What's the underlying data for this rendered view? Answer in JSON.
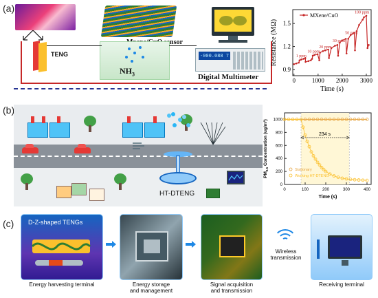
{
  "panels": {
    "a": {
      "letter": "(a)",
      "teng_label": "TENG",
      "sensor_label": "Mxene/CuO sensor",
      "gas_label": "NH",
      "gas_sub": "3",
      "meter_label": "Digital Multimeter",
      "meter_display": "-000.088 7"
    },
    "b": {
      "letter": "(b)",
      "device_label": "HT-DTENG"
    },
    "c": {
      "letter": "(c)",
      "card1_title": "D-Z-shaped TENGs",
      "labels": [
        "Energy harvesting terminal",
        "Energy storage",
        "and management",
        "Signal acquisition",
        "and transmission",
        "Wireless",
        "transmission",
        "Receiving terminal"
      ]
    }
  },
  "colors": {
    "accent_red": "#c62828",
    "line_blue": "#1e88e5",
    "marker_yellow": "#fbc02d",
    "marker_orange": "#e6a23c"
  },
  "chart_data": [
    {
      "type": "line",
      "legend": [
        "MXene/CuO"
      ],
      "xlabel": "Time (s)",
      "ylabel": "Resistance (MΩ)",
      "xlim": [
        -50,
        3200
      ],
      "ylim": [
        0.82,
        1.68
      ],
      "xticks": [
        "0",
        "1000",
        "2000",
        "3000"
      ],
      "xtick_values": [
        0,
        1000,
        2000,
        3000
      ],
      "yticks": [
        "0.9",
        "1.2",
        "1.5"
      ],
      "ytick_values": [
        0.9,
        1.2,
        1.5
      ],
      "annotations": [
        {
          "text": "1 ppm",
          "x": 300,
          "y": 1.06
        },
        {
          "text": "10 ppm",
          "x": 820,
          "y": 1.12
        },
        {
          "text": "20 ppm",
          "x": 1300,
          "y": 1.18
        },
        {
          "text": "30 ppm",
          "x": 1860,
          "y": 1.26
        },
        {
          "text": "50 ppm",
          "x": 2380,
          "y": 1.36
        },
        {
          "text": "100 ppm",
          "x": 2820,
          "y": 1.63
        }
      ],
      "series": [
        {
          "name": "MXene/CuO",
          "x": [
            0,
            100,
            200,
            230,
            300,
            400,
            470,
            480,
            600,
            700,
            750,
            780,
            850,
            980,
            1050,
            1080,
            1200,
            1300,
            1420,
            1450,
            1550,
            1700,
            1800,
            1830,
            1900,
            2000,
            2150,
            2180,
            2250,
            2350,
            2500,
            2530,
            2600,
            2700,
            2850,
            2900,
            3000,
            3050,
            3100
          ],
          "y": [
            0.97,
            0.98,
            0.99,
            1.02,
            1.03,
            1.04,
            1.05,
            1.0,
            1.01,
            1.02,
            1.04,
            1.08,
            1.09,
            1.1,
            1.02,
            1.12,
            1.14,
            1.15,
            1.16,
            1.05,
            1.18,
            1.21,
            1.22,
            1.08,
            1.25,
            1.28,
            1.3,
            1.11,
            1.3,
            1.35,
            1.38,
            1.15,
            1.4,
            1.48,
            1.55,
            1.58,
            1.6,
            1.18,
            1.22
          ]
        }
      ]
    },
    {
      "type": "line",
      "legend": [
        "Stationary",
        "Working HT-DTENG"
      ],
      "xlabel": "Time (s)",
      "ylabel": "PM",
      "ylabel_sub": "2.5",
      "ylabel_rest": " Concentration (ug/m³)",
      "xlim": [
        0,
        420
      ],
      "ylim": [
        0,
        1100
      ],
      "xticks": [
        "0",
        "100",
        "200",
        "300",
        "400"
      ],
      "xtick_values": [
        0,
        100,
        200,
        300,
        400
      ],
      "yticks": [
        "0",
        "200",
        "400",
        "600",
        "800",
        "1000"
      ],
      "ytick_values": [
        0,
        200,
        400,
        600,
        800,
        1000
      ],
      "annotations": [
        {
          "text": "234 s",
          "x": 195,
          "y": 720
        }
      ],
      "span": [
        80,
        314
      ],
      "series": [
        {
          "name": "Stationary",
          "x": [
            0,
            20,
            40,
            60,
            80,
            100,
            120,
            140,
            160,
            180,
            200,
            220,
            240,
            260,
            280,
            300,
            320,
            340,
            360,
            380,
            400
          ],
          "y": [
            1000,
            1000,
            1000,
            1000,
            1000,
            1000,
            1000,
            1000,
            1000,
            1000,
            1000,
            1000,
            1000,
            1000,
            1000,
            1000,
            1000,
            1000,
            1000,
            1000,
            1000
          ]
        },
        {
          "name": "Working HT-DTENG",
          "x": [
            0,
            20,
            40,
            60,
            80,
            90,
            100,
            110,
            120,
            130,
            140,
            150,
            160,
            170,
            180,
            190,
            200,
            220,
            240,
            260,
            280,
            300,
            320,
            340,
            360,
            380,
            400
          ],
          "y": [
            1000,
            1000,
            1000,
            1000,
            1000,
            880,
            760,
            660,
            580,
            500,
            440,
            390,
            340,
            300,
            260,
            230,
            200,
            160,
            130,
            110,
            95,
            85,
            78,
            72,
            68,
            65,
            62
          ]
        }
      ]
    }
  ]
}
